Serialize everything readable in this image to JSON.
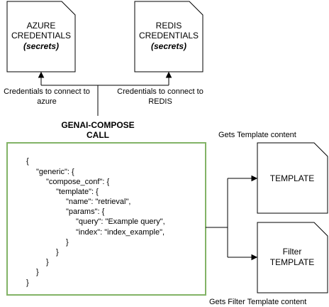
{
  "nodes": {
    "azure": {
      "line1": "AZURE",
      "line2": "CREDENTIALS",
      "line3": "(secrets)"
    },
    "redis": {
      "line1": "REDIS",
      "line2": "CREDENTIALS",
      "line3": "(secrets)"
    },
    "template": {
      "label": "TEMPLATE"
    },
    "filter_template": {
      "line1": "Filter",
      "line2": "TEMPLATE"
    }
  },
  "edges": {
    "to_azure": {
      "line1": "Credentials to connect to",
      "line2": "azure"
    },
    "to_redis": {
      "line1": "Credentials to connect to",
      "line2": "REDIS"
    },
    "gets_template": "Gets Template content",
    "gets_filter_template": "Gets Filter Template content"
  },
  "call": {
    "line1": "GENAI-COMPOSE",
    "line2": "CALL"
  },
  "code_lines": [
    "{",
    "\"generic\": {",
    "\"compose_conf\": {",
    "\"template\": {",
    "\"name\": \"retrieval\",",
    "\"params\": {",
    "\"query\": \"Example query\",",
    "\"index\": \"index_example\",",
    "}",
    "}",
    "}",
    "}",
    "}"
  ],
  "colors": {
    "code_box_border": "#82b366",
    "stroke": "#000000"
  }
}
